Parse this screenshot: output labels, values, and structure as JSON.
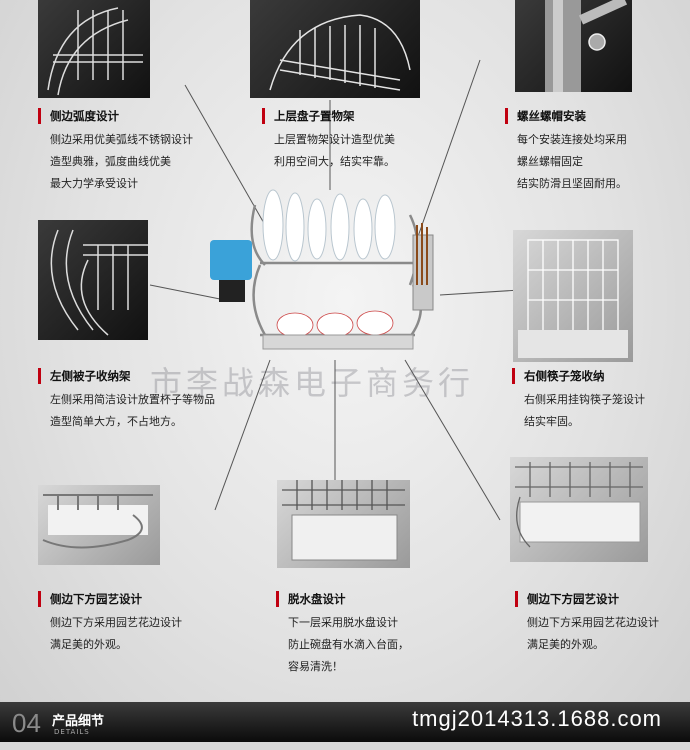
{
  "watermark": "市李战森电子商务行",
  "features": [
    {
      "title": "侧边弧度设计",
      "lines": [
        "侧边采用优美弧线不锈钢设计",
        "造型典雅，弧度曲线优美",
        "最大力学承受设计"
      ]
    },
    {
      "title": "上层盘子置物架",
      "lines": [
        "上层置物架设计造型优美",
        "利用空间大，结实牢靠。"
      ]
    },
    {
      "title": "螺丝螺帽安装",
      "lines": [
        "每个安装连接处均采用",
        "螺丝螺帽固定",
        "结实防滑且坚固耐用。"
      ]
    },
    {
      "title": "左侧被子收纳架",
      "lines": [
        "左侧采用简洁设计放置杯子等物品",
        "造型简单大方，不占地方。"
      ]
    },
    {
      "title": "右侧筷子笼收纳",
      "lines": [
        "右侧采用挂钩筷子笼设计",
        "结实牢固。"
      ]
    },
    {
      "title": "侧边下方园艺设计",
      "lines": [
        "侧边下方采用园艺花边设计",
        "满足美的外观。"
      ]
    },
    {
      "title": "脱水盘设计",
      "lines": [
        "下一层采用脱水盘设计",
        "防止碗盘有水滴入台面，",
        "容易清洗！"
      ]
    },
    {
      "title": "侧边下方园艺设计",
      "lines": [
        "侧边下方采用园艺花边设计",
        "满足美的外观。"
      ]
    }
  ],
  "footer": {
    "number": "04",
    "title": "产品细节",
    "subtitle": "DETAILS",
    "site": "tmgj2014313.1688.com"
  }
}
